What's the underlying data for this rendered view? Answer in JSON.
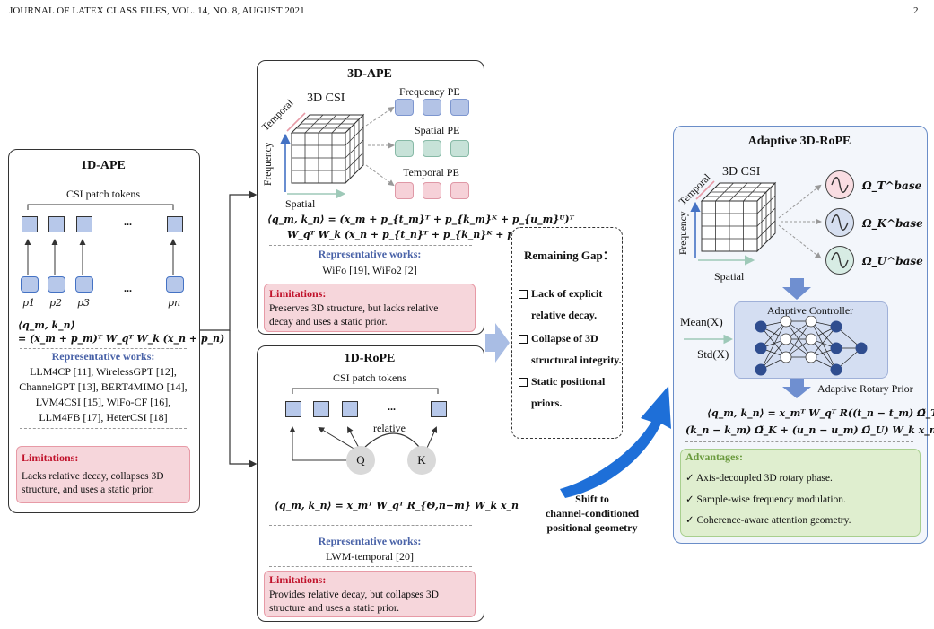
{
  "header": {
    "left": "JOURNAL OF LATEX CLASS FILES, VOL. 14, NO. 8, AUGUST 2021",
    "page_number": "2"
  },
  "ape1d": {
    "title": "1D-APE",
    "tokens_label": "CSI patch tokens",
    "ellipsis": "...",
    "p_labels": [
      "p1",
      "p2",
      "p3",
      "pn"
    ],
    "formula_line1": "⟨q_m, k_n⟩",
    "formula_line2": "= (x_m + p_m)ᵀ W_qᵀ W_k (x_n + p_n)",
    "rep_title": "Representative works:",
    "rep_lines": [
      "LLM4CP [11], WirelessGPT [12],",
      "ChannelGPT [13], BERT4MIMO [14],",
      "LVM4CSI [15], WiFo-CF [16],",
      "LLM4FB [17],  HeterCSI [18]"
    ],
    "lim_title": "Limitations:",
    "lim_lines": [
      "Lacks relative decay, collapses 3D",
      "structure, and uses a static prior."
    ]
  },
  "ape3d": {
    "title": "3D-APE",
    "csi_label": "3D CSI",
    "axis_temporal": "Temporal",
    "axis_frequency": "Frequency",
    "axis_spatial": "Spatial",
    "pe_labels": [
      "Frequency PE",
      "Spatial PE",
      "Temporal PE"
    ],
    "formula_line1": "⟨q_m, k_n⟩ = (x_m + p_{t_m}ᵀ + p_{k_m}ᴷ + p_{u_m}ᵁ)ᵀ",
    "formula_line2": "W_qᵀ W_k (x_n + p_{t_n}ᵀ + p_{k_n}ᴷ + p_{u_n}ᵁ)",
    "rep_title": "Representative works:",
    "rep_line": "WiFo [19], WiFo2 [2]",
    "lim_title": "Limitations:",
    "lim_lines": [
      "Preserves 3D structure, but lacks relative",
      "decay and uses a static prior."
    ]
  },
  "rope1d": {
    "title": "1D-RoPE",
    "tokens_label": "CSI patch tokens",
    "ellipsis": "...",
    "relative_label": "relative",
    "q_label": "Q",
    "k_label": "K",
    "formula": "⟨q_m, k_n⟩ = x_mᵀ W_qᵀ R_{Θ,n−m} W_k x_n",
    "rep_title": "Representative works:",
    "rep_line": "LWM-temporal [20]",
    "lim_title": "Limitations:",
    "lim_lines": [
      "Provides relative decay, but collapses 3D",
      "structure and uses a static prior."
    ]
  },
  "gap": {
    "title": "Remaining Gap：",
    "items": [
      [
        "Lack of explicit",
        "relative decay."
      ],
      [
        "Collapse of 3D",
        "structural integrity."
      ],
      [
        "Static positional",
        "priors."
      ]
    ]
  },
  "shift": {
    "lines": [
      "Shift  to",
      "channel-conditioned",
      "positional geometry"
    ]
  },
  "rope3d": {
    "title": "Adaptive 3D-RoPE",
    "csi_label": "3D CSI",
    "axis_temporal": "Temporal",
    "axis_frequency": "Frequency",
    "axis_spatial": "Spatial",
    "omega_labels": [
      "Ω_T^base",
      "Ω_K^base",
      "Ω_U^base"
    ],
    "mean_label": "Mean(X)",
    "std_label": "Std(X)",
    "controller_label": "Adaptive Controller",
    "prior_label": "Adaptive Rotary Prior",
    "formula_line1": "⟨q_m, k_n⟩ = x_mᵀ W_qᵀ R((t_n − t_m) Ω̃_T +",
    "formula_line2": "(k_n − k_m) Ω̃_K + (u_n − u_m) Ω̃_U) W_k x_n",
    "adv_title": "Advantages:",
    "adv_items": [
      "✓ Axis-decoupled 3D rotary phase.",
      "✓ Sample-wise frequency modulation.",
      "✓ Coherence-aware attention geometry."
    ]
  },
  "colors": {
    "blue_token": "#b7c8ea",
    "limit_bg": "#f6d6db",
    "limit_title": "#c0112a",
    "rep_title": "#4a63a8",
    "adv_bg": "#dfeecf",
    "arrow_blue": "#1e6fd8",
    "rope3d_bg": "#f3f6fb"
  }
}
